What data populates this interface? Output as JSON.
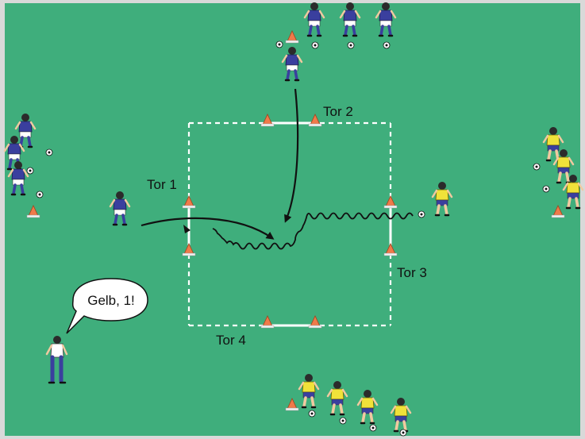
{
  "colors": {
    "field": "#3fae7c",
    "border": "#d9d9d9",
    "team_blue": "#3a3f9e",
    "team_yellow": "#f0e23a",
    "cone": "#ef7a4a",
    "path": "#111111"
  },
  "labels": {
    "tor1": "Tor 1",
    "tor2": "Tor 2",
    "tor3": "Tor 3",
    "tor4": "Tor 4"
  },
  "coach": {
    "speech": "Gelb, 1!"
  },
  "icons": {
    "player": "player-figure-icon",
    "cone": "cone-icon",
    "ball": "soccer-ball-icon"
  }
}
